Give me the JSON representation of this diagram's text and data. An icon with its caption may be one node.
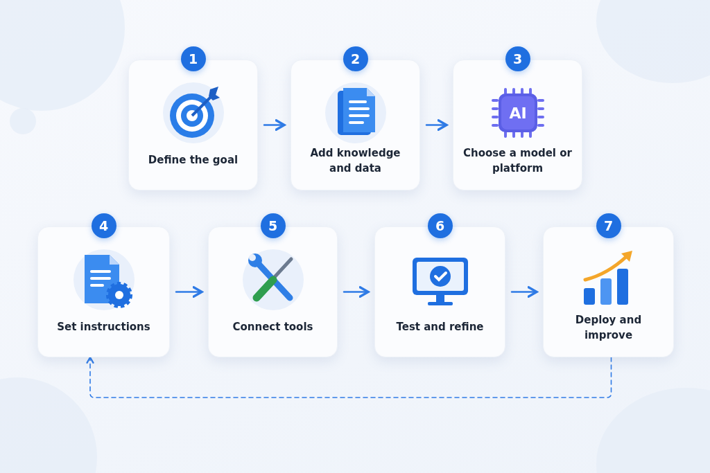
{
  "diagram": {
    "nodes": [
      {
        "text": [
          "1",
          "Define the goal"
        ]
      },
      {
        "text": [
          "2",
          "Add knowledge and data"
        ]
      },
      {
        "text": [
          "3",
          "Choose a model or platform"
        ]
      },
      {
        "text": [
          "4",
          "Set instructions"
        ]
      },
      {
        "text": [
          "5",
          "Connect tools"
        ]
      },
      {
        "text": [
          "6",
          "Test and refine"
        ]
      },
      {
        "text": [
          "7",
          "Deploy and improve"
        ]
      }
    ],
    "edges": [
      {
        "from": 0,
        "to": 1,
        "arrow": "to"
      },
      {
        "from": 1,
        "to": 2,
        "arrow": "to"
      },
      {
        "from": 3,
        "to": 4,
        "arrow": "to"
      },
      {
        "from": 4,
        "to": 5,
        "arrow": "to"
      },
      {
        "from": 5,
        "to": 6,
        "arrow": "to"
      },
      {
        "from": 6,
        "to": 3,
        "arrow": "to",
        "style": "dashed"
      }
    ],
    "labels": [
      "AI"
    ]
  }
}
